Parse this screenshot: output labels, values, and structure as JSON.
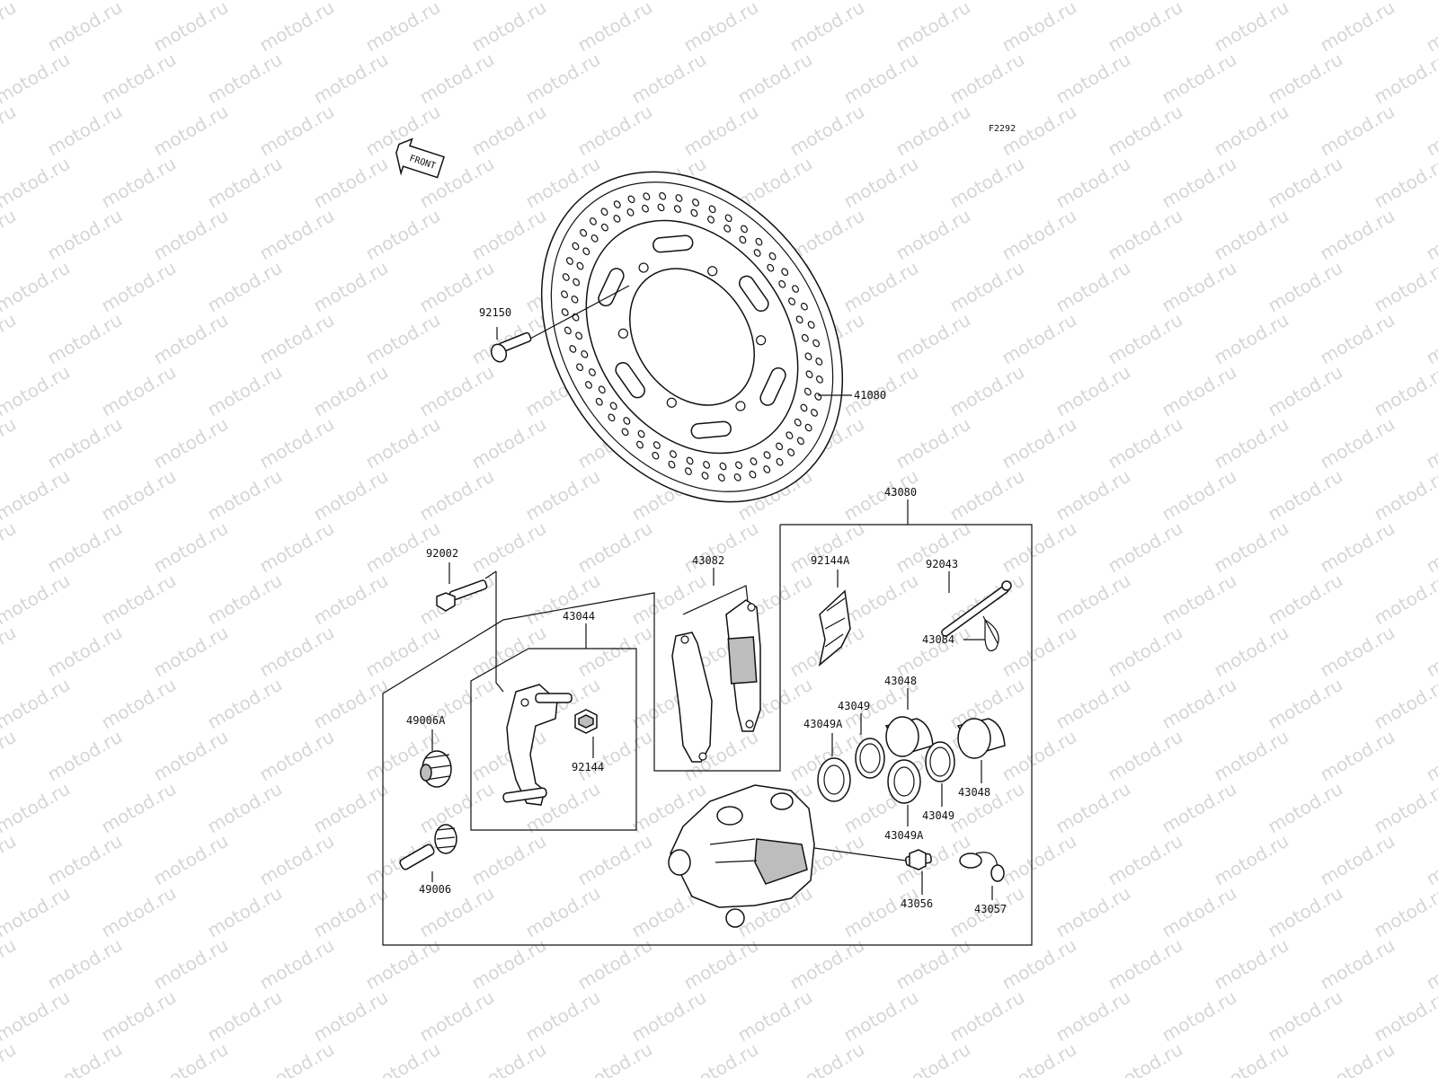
{
  "diagram_code": "F2292",
  "front_marker": "FRONT",
  "watermark": "motod.ru",
  "labels": {
    "bolt_92150": "92150",
    "disc_41080": "41080",
    "caliper_43080": "43080",
    "bolt_92002": "92002",
    "pads_43082": "43082",
    "bracket_43044": "43044",
    "spring_92144A": "92144A",
    "pin_92043": "92043",
    "clip_43084": "43084",
    "piston_43048_top": "43048",
    "seal_43049_top": "43049",
    "seal_43049A_top": "43049A",
    "boot_49006A": "49006A",
    "spring_92144": "92144",
    "piston_43048_bottom": "43048",
    "seal_43049_bottom": "43049",
    "seal_43049A_bottom": "43049A",
    "pin_49006": "49006",
    "bleeder_43056": "43056",
    "cap_43057": "43057"
  }
}
